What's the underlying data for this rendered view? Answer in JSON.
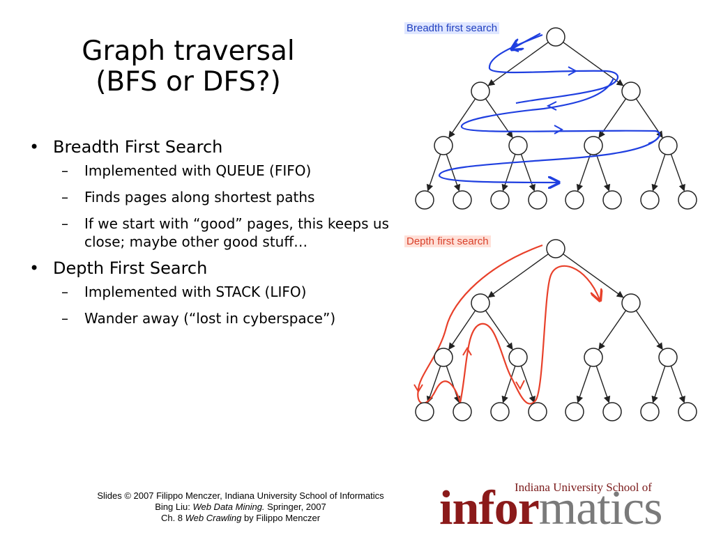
{
  "title": {
    "line1": "Graph traversal",
    "line2": "(BFS or DFS?)"
  },
  "bullets": {
    "bfs": {
      "label": "Breadth First Search",
      "items": [
        "Implemented with QUEUE (FIFO)",
        "Finds pages along shortest paths",
        "If we start with “good” pages, this keeps us close; maybe other good stuff…"
      ]
    },
    "dfs": {
      "label": "Depth First Search",
      "items": [
        "Implemented with STACK (LIFO)",
        "Wander away (“lost in cyberspace”)"
      ]
    }
  },
  "diagram": {
    "bfs_label": "Breadth first search",
    "dfs_label": "Depth first search",
    "bfs_color": "#1f3fe0",
    "dfs_color": "#e8402a"
  },
  "footer": {
    "line1": "Slides © 2007 Filippo Menczer, Indiana University School of Informatics",
    "line2_prefix": "Bing Liu: ",
    "line2_italic": "Web Data Mining.",
    "line2_suffix": " Springer, 2007",
    "line3_prefix": "Ch. 8 ",
    "line3_italic": "Web Crawling",
    "line3_suffix": " by Filippo Menczer"
  },
  "logo": {
    "top": "Indiana University School of",
    "dark": "infor",
    "light": "matics"
  }
}
